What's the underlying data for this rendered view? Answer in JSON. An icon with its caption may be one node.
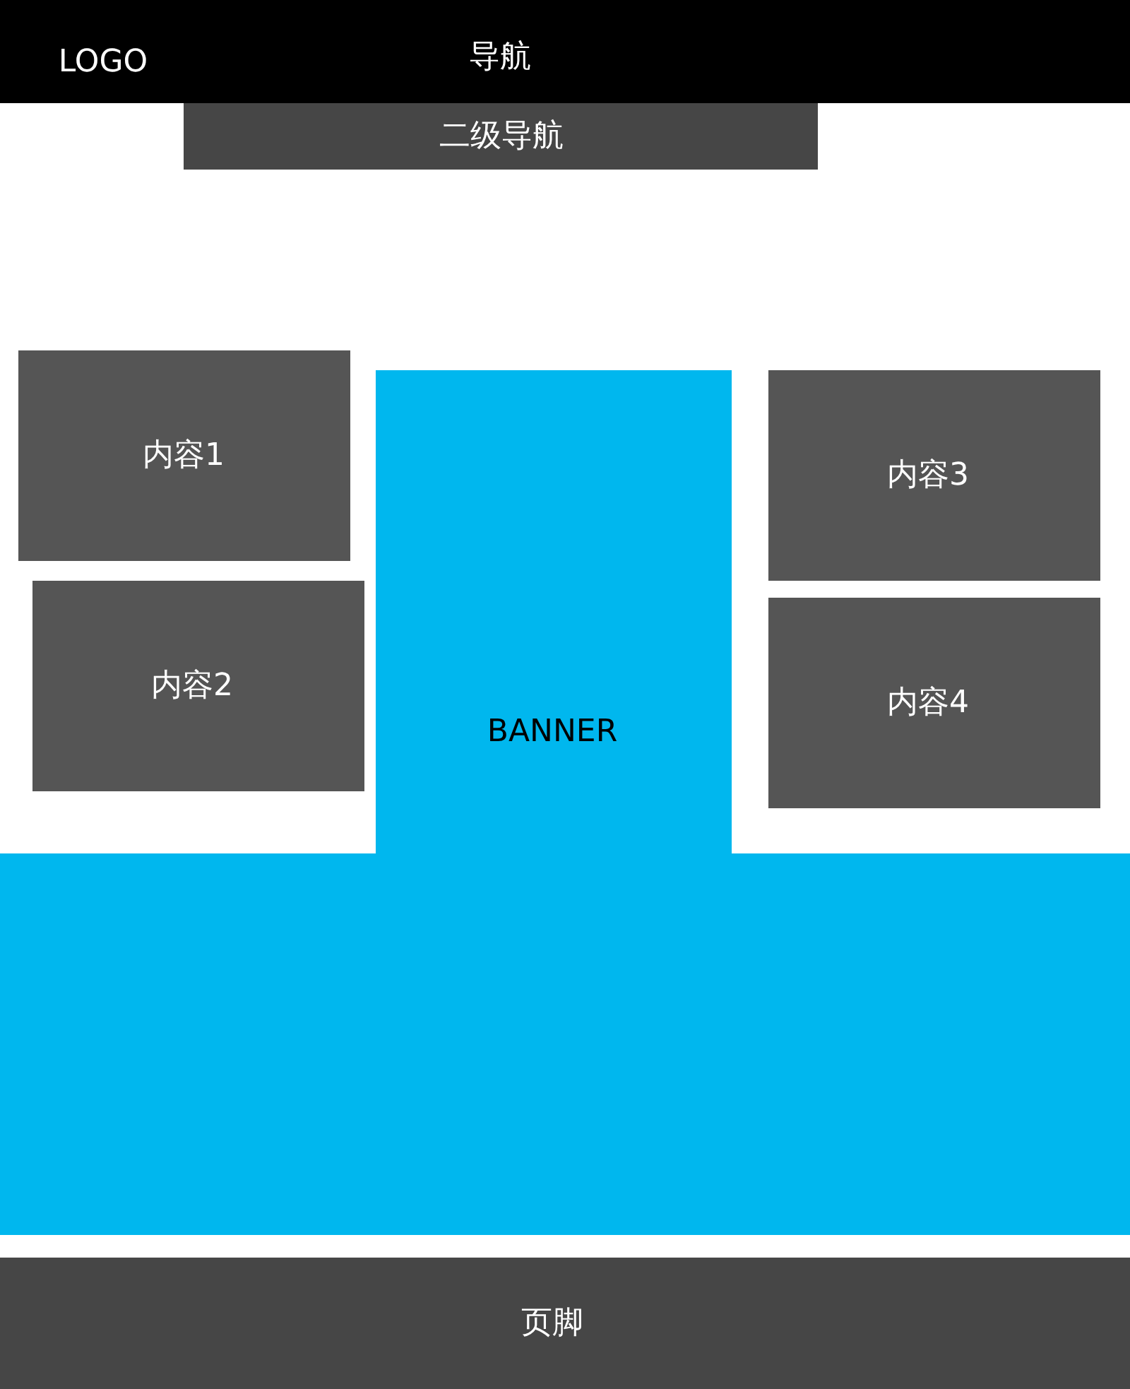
{
  "diagram": {
    "nodes": [
      {
        "text": [
          "LOGO",
          "导航"
        ]
      },
      {
        "text": [
          "二级导航"
        ]
      },
      {
        "text": [
          "内容1"
        ]
      },
      {
        "text": [
          "内容2"
        ]
      },
      {
        "text": [
          "BANNER"
        ]
      },
      {
        "text": [
          "内容3"
        ]
      },
      {
        "text": [
          "内容4"
        ]
      },
      {
        "text": [
          "页脚"
        ]
      }
    ]
  }
}
